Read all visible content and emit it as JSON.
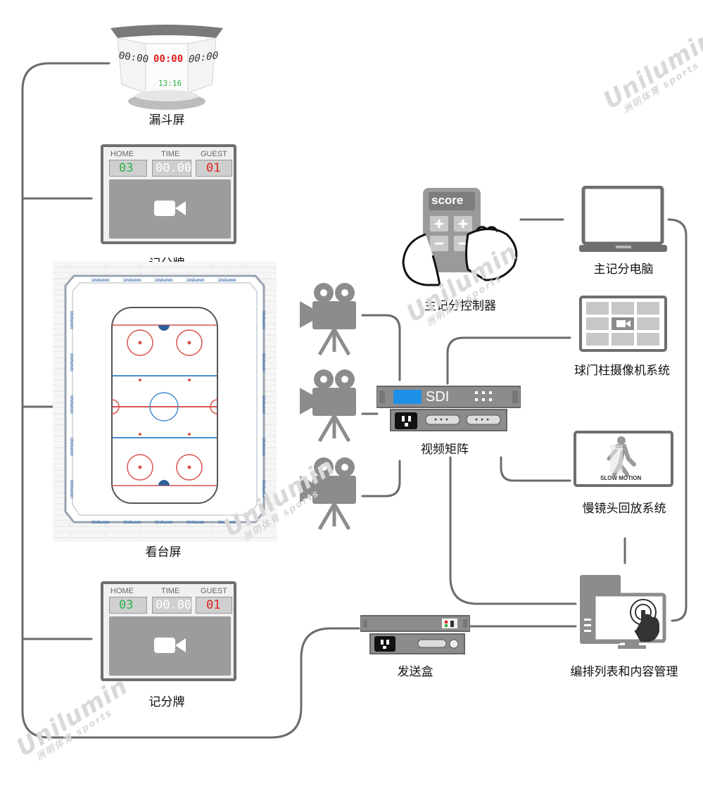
{
  "funnel": {
    "label": "漏斗屏",
    "left_time": "00:00",
    "center_time": "00:00",
    "right_time": "00:00",
    "clock": "13:16"
  },
  "scoreboard_top": {
    "label": "记分牌",
    "home_title": "HOME",
    "time_title": "TIME",
    "guest_title": "GUEST",
    "home_score": "03",
    "time_value": "00.00",
    "guest_score": "01"
  },
  "scoreboard_bottom": {
    "label": "记分牌",
    "home_title": "HOME",
    "time_title": "TIME",
    "guest_title": "GUEST",
    "home_score": "03",
    "time_value": "00.00",
    "guest_score": "01"
  },
  "stadium": {
    "label": "看台屏",
    "banner_text": "Unilumin"
  },
  "controller": {
    "label": "主记分控制器",
    "score_text": "score"
  },
  "pc": {
    "label": "主记分电脑"
  },
  "goal_camera": {
    "label": "球门柱摄像机系统"
  },
  "matrix": {
    "label": "视频矩阵",
    "sdi_text": "SDI"
  },
  "slow_motion": {
    "label": "慢镜头回放系统",
    "screen_text": "SLOW MOTION"
  },
  "sender": {
    "label": "发送盒"
  },
  "content_mgmt": {
    "label": "编排列表和内容管理"
  },
  "watermark": {
    "brand": "Unilumin",
    "sub": "洲明体育 sports"
  },
  "colors": {
    "line": "#6b6b6b",
    "device_gray": "#8c8c8c",
    "light_gray": "#bfbfbf",
    "digit_green": "#2db34a",
    "digit_red": "#e02020",
    "sdi_blue": "#1e90e8",
    "rink_red": "#d9534f",
    "rink_blue": "#4a8fd0"
  },
  "icons": [
    "camera-icon",
    "video-camera-icon",
    "hand-pointer-icon",
    "walking-person-icon",
    "power-socket-icon"
  ]
}
